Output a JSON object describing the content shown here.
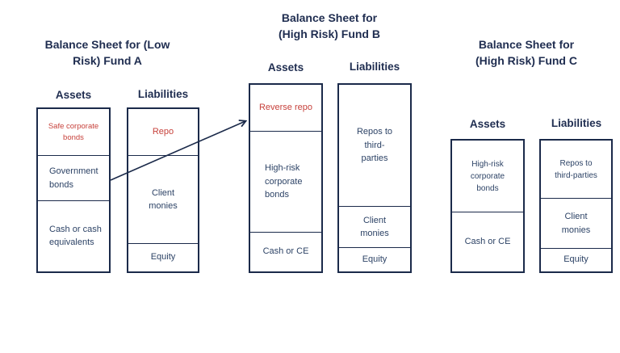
{
  "colors": {
    "navy_border": "#1b2a4a",
    "navy_title": "#1f2d50",
    "navy_text": "#2d4366",
    "red_highlight": "#c7423c",
    "background": "#ffffff"
  },
  "arrow": {
    "description": "arrow from Fund A assets (Government bonds area) to Fund B assets (Reverse repo)"
  },
  "funds": [
    {
      "id": "fund-a",
      "title_lines": [
        "Balance Sheet for (Low",
        "Risk) Fund A"
      ],
      "assets_header": "Assets",
      "liabilities_header": "Liabilities",
      "assets_sections": [
        {
          "label": "Safe corporate\nbonds"
        },
        {
          "label": "Government\nbonds"
        },
        {
          "label": "Cash or cash\nequivalents"
        }
      ],
      "liabilities_sections": [
        {
          "label": "Repo"
        },
        {
          "label": "Client\nmonies"
        },
        {
          "label": "Equity"
        }
      ]
    },
    {
      "id": "fund-b",
      "title_lines": [
        "Balance Sheet for",
        "(High Risk) Fund B"
      ],
      "assets_header": "Assets",
      "liabilities_header": "Liabilities",
      "assets_sections": [
        {
          "label": "Reverse repo"
        },
        {
          "label": "High-risk\ncorporate\nbonds"
        },
        {
          "label": "Cash or CE"
        }
      ],
      "liabilities_sections": [
        {
          "label": "Repos to\nthird-\nparties"
        },
        {
          "label": "Client\nmonies"
        },
        {
          "label": "Equity"
        }
      ]
    },
    {
      "id": "fund-c",
      "title_lines": [
        "Balance Sheet for",
        "(High Risk) Fund C"
      ],
      "assets_header": "Assets",
      "liabilities_header": "Liabilities",
      "assets_sections": [
        {
          "label": "High-risk\ncorporate\nbonds"
        },
        {
          "label": "Cash or CE"
        }
      ],
      "liabilities_sections": [
        {
          "label": "Repos to\nthird-parties"
        },
        {
          "label": "Client\nmonies"
        },
        {
          "label": "Equity"
        }
      ]
    }
  ]
}
